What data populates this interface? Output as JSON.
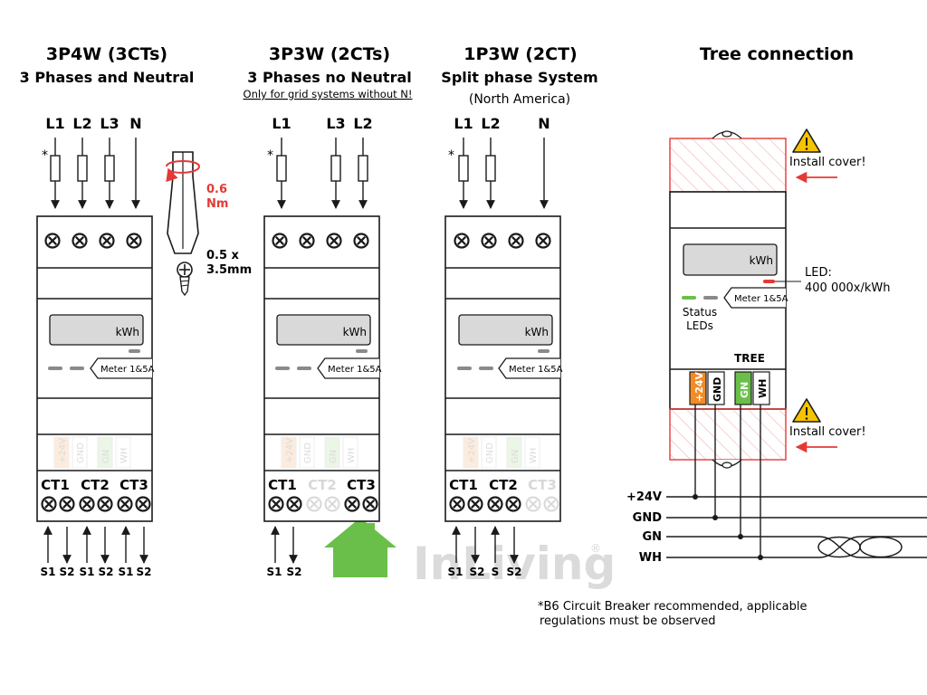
{
  "colors": {
    "ink": "#1a1a1a",
    "red": "#e53935",
    "hatch_red": "#e57373",
    "orange": "#f28c28",
    "green": "#6abf4b",
    "grey_display": "#d9d9d9",
    "grey_led": "#8a8a8a",
    "warning_yellow": "#f5c400",
    "watermark_green": "#6abf4b",
    "watermark_grey": "#d5d5d5"
  },
  "sections": {
    "s3p4w": {
      "title": "3P4W (3CTs)",
      "subtitle": "3 Phases and Neutral",
      "lines": [
        "L1",
        "L2",
        "L3",
        "N"
      ],
      "asterisk": "*",
      "cts": [
        "CT1",
        "CT2",
        "CT3"
      ],
      "sensor_labels": [
        "S1",
        "S2",
        "S1",
        "S2",
        "S1",
        "S2"
      ]
    },
    "s3p3w": {
      "title": "3P3W (2CTs)",
      "subtitle": "3 Phases no Neutral",
      "note": "Only for grid systems without N!",
      "lines": [
        "L1",
        "L3",
        "L2"
      ],
      "asterisk": "*",
      "cts": [
        "CT1",
        "CT2",
        "CT3"
      ],
      "sensor_labels": [
        "S1",
        "S2"
      ]
    },
    "s1p3w": {
      "title": "1P3W (2CT)",
      "subtitle": "Split phase System",
      "region": "(North America)",
      "lines": [
        "L1",
        "L2",
        "N"
      ],
      "asterisk": "*",
      "cts": [
        "CT1",
        "CT2",
        "CT3"
      ],
      "sensor_labels": [
        "S1",
        "S2",
        "S",
        "S2"
      ]
    },
    "tree": {
      "title": "Tree connection",
      "install_cover_top": "Install cover!",
      "install_cover_bottom": "Install cover!",
      "led_label": "LED:",
      "led_rate": "400 000x/kWh",
      "status_line1": "Status",
      "status_line2": "LEDs",
      "tree_label": "TREE",
      "bus_labels": [
        "+24V",
        "GND",
        "GN",
        "WH"
      ],
      "terminal_labels": [
        "+24V",
        "GND",
        "GN",
        "WH"
      ]
    }
  },
  "meter": {
    "display_unit": "kWh",
    "ct_tag": "Meter 1&5A",
    "faded_terminals": [
      "+24V",
      "GND",
      "GN",
      "WH"
    ]
  },
  "screwdriver": {
    "torque_value": "0.6",
    "torque_unit": "Nm",
    "size_line1": "0.5 x",
    "size_line2": "3.5mm"
  },
  "footnote": {
    "line1": "*B6 Circuit Breaker recommended, applicable",
    "line2": "regulations must be observed"
  },
  "watermark": {
    "brand": "InLiving",
    "mark": "®"
  }
}
